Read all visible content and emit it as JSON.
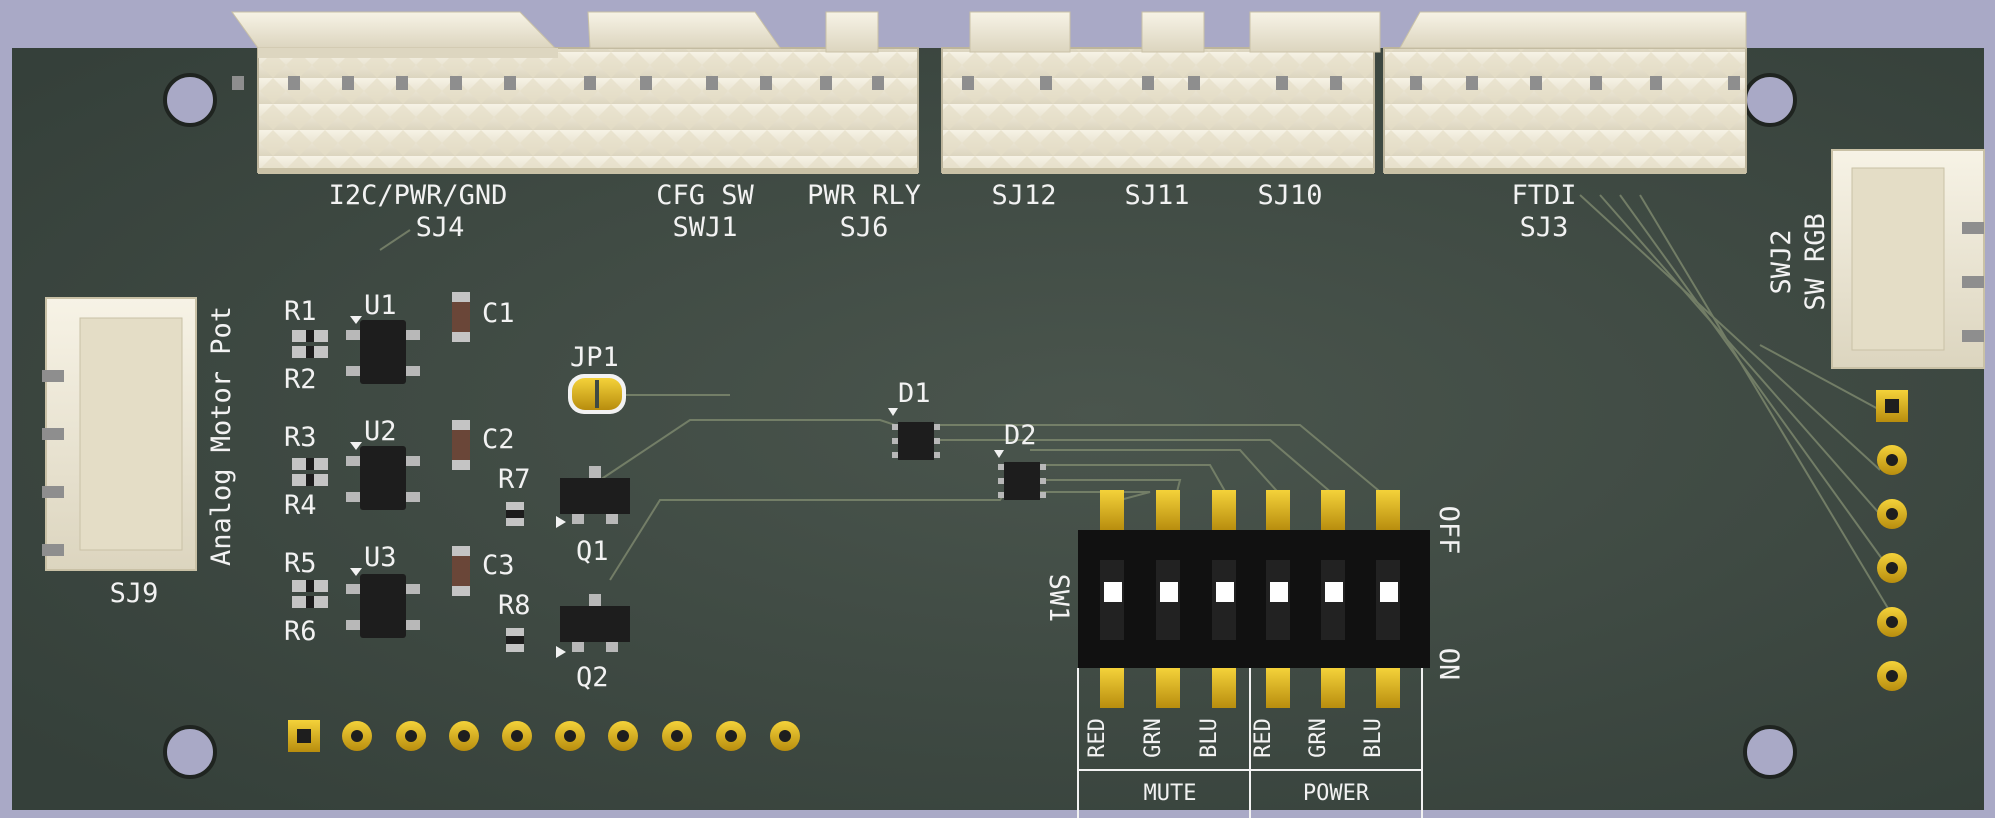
{
  "board": {
    "colors": {
      "background": "#a9a9c6",
      "board": "#3f4a43",
      "silkscreen": "#f2f2f2",
      "copper": "#c9a21a",
      "connector": "#efe9d6"
    }
  },
  "top_connectors": {
    "sj4": {
      "function": "I2C/PWR/GND",
      "ref": "SJ4"
    },
    "swj1": {
      "function": "CFG SW",
      "ref": "SWJ1"
    },
    "sj6": {
      "function": "PWR RLY",
      "ref": "SJ6"
    },
    "sj12": {
      "ref": "SJ12"
    },
    "sj11": {
      "ref": "SJ11"
    },
    "sj10": {
      "ref": "SJ10"
    },
    "sj3": {
      "function": "FTDI",
      "ref": "SJ3"
    }
  },
  "left_connector": {
    "function": "Analog Motor Pot",
    "ref": "SJ9"
  },
  "right_connector": {
    "ref": "SWJ2",
    "function": "SW RGB"
  },
  "components": {
    "resistors": [
      "R1",
      "R2",
      "R3",
      "R4",
      "R5",
      "R6",
      "R7",
      "R8"
    ],
    "ics": [
      "U1",
      "U2",
      "U3"
    ],
    "capacitors": [
      "C1",
      "C2",
      "C3"
    ],
    "transistors": [
      "Q1",
      "Q2"
    ],
    "jumper": "JP1",
    "diodes": [
      "D1",
      "D2"
    ]
  },
  "dip_switch": {
    "ref": "SW1",
    "off_label": "OFF",
    "on_label": "ON",
    "channels": [
      "RED",
      "GRN",
      "BLU",
      "RED",
      "GRN",
      "BLU"
    ],
    "groups": [
      "MUTE",
      "POWER"
    ]
  }
}
